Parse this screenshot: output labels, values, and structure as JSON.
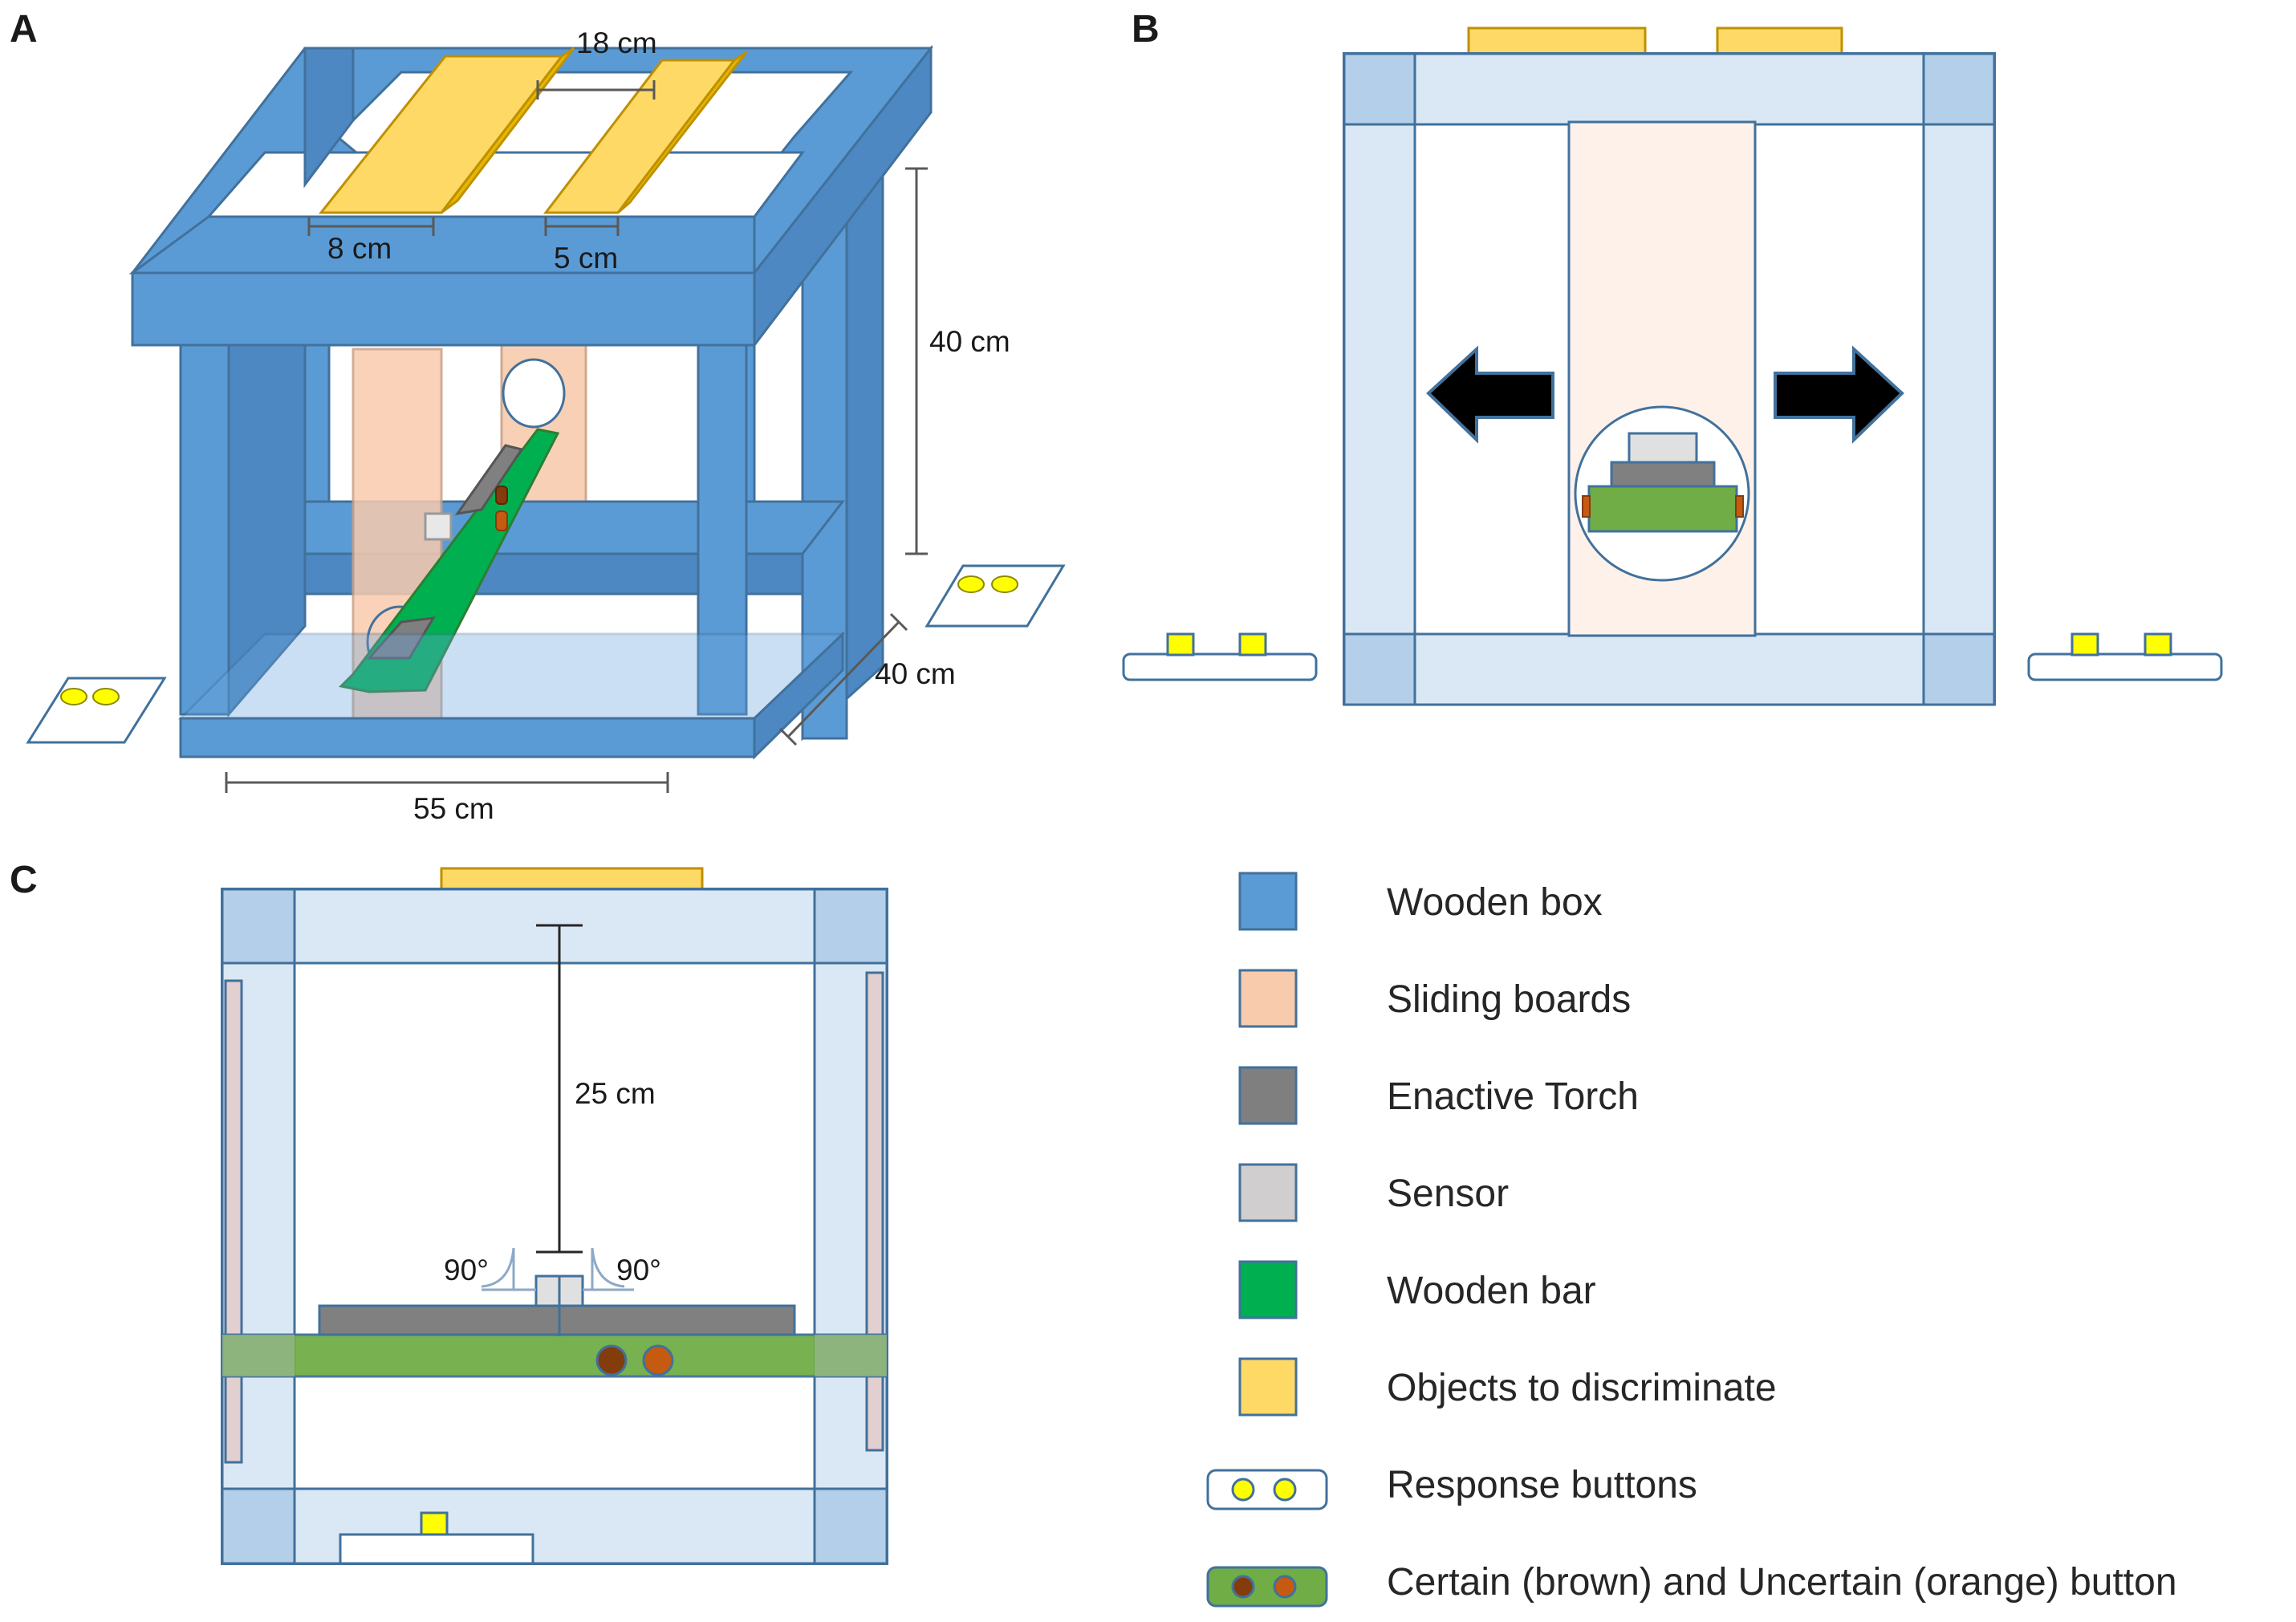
{
  "panels": {
    "a": "A",
    "b": "B",
    "c": "C"
  },
  "panel_a": {
    "dim_top": "18 cm",
    "dim_left_board": "8 cm",
    "dim_right_board": "5 cm",
    "dim_height": "40 cm",
    "dim_depth": "40 cm",
    "dim_width": "55 cm"
  },
  "panel_c": {
    "dim_distance": "25 cm",
    "angle_left": "90°",
    "angle_right": "90°"
  },
  "legend": [
    {
      "key": "wooden-box",
      "label": "Wooden box",
      "color": "#5b9bd5"
    },
    {
      "key": "sliding-boards",
      "label": "Sliding boards",
      "color": "#f8cbad"
    },
    {
      "key": "enactive-torch",
      "label": "Enactive Torch",
      "color": "#7f7f7f"
    },
    {
      "key": "sensor",
      "label": "Sensor",
      "color": "#d0cece"
    },
    {
      "key": "wooden-bar",
      "label": "Wooden bar",
      "color": "#00b050"
    },
    {
      "key": "objects",
      "label": "Objects to discriminate",
      "color": "#ffd966"
    },
    {
      "key": "response-buttons",
      "label": "Response buttons",
      "color": "#ffff00"
    },
    {
      "key": "certainty-buttons",
      "label": "Certain (brown) and Uncertain (orange) button",
      "color": "#70ad47"
    }
  ],
  "colors": {
    "box_blue": "#5b9bd5",
    "box_dark": "#41719c",
    "light_frame": "#dae8f5",
    "sliding": "#f8cbad",
    "torch": "#7f7f7f",
    "sensor": "#d0cece",
    "bar_green": "#00b050",
    "object_yellow": "#ffd966",
    "button_yellow": "#ffff00",
    "brown": "#843c0c",
    "orange": "#c55a11"
  }
}
